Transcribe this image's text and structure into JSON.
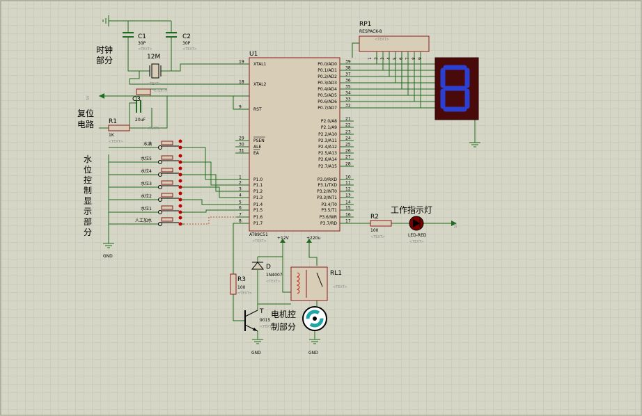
{
  "colors": {
    "background": "#d6d6c6",
    "grid": "#c3c3b2",
    "wire": "#1f6b1f",
    "body_outline": "#8b1a1a",
    "body_fill": "#d8cdb6",
    "seg_bg": "#4a0a0a",
    "seg_on": "#2b3fd0",
    "led": "#7a0000",
    "motor": "#1fa6a6"
  },
  "labels": {
    "clock_section": [
      "时钟",
      "部分"
    ],
    "reset_section": [
      "复位",
      "电路"
    ],
    "water_section": [
      "水",
      "位",
      "控",
      "制",
      "显",
      "示",
      "部",
      "分"
    ],
    "motor_section": [
      "电机控",
      "制部分"
    ],
    "work_led": "工作指示灯"
  },
  "mcu": {
    "ref": "U1",
    "part": "AT89C51",
    "placeholder": "<TEXT>",
    "left_pins": [
      {
        "num": "19",
        "name": "XTAL1"
      },
      {
        "num": "18",
        "name": "XTAL2"
      },
      {
        "num": "9",
        "name": "RST"
      },
      {
        "num": "29",
        "name": "PSEN"
      },
      {
        "num": "30",
        "name": "ALE"
      },
      {
        "num": "31",
        "name": "EA"
      },
      {
        "num": "1",
        "name": "P1.0"
      },
      {
        "num": "2",
        "name": "P1.1"
      },
      {
        "num": "3",
        "name": "P1.2"
      },
      {
        "num": "4",
        "name": "P1.3"
      },
      {
        "num": "5",
        "name": "P1.4"
      },
      {
        "num": "6",
        "name": "P1.5"
      },
      {
        "num": "7",
        "name": "P1.6"
      },
      {
        "num": "8",
        "name": "P1.7"
      }
    ],
    "right_pins": [
      {
        "num": "39",
        "name": "P0.0/AD0"
      },
      {
        "num": "38",
        "name": "P0.1/AD1"
      },
      {
        "num": "37",
        "name": "P0.2/AD2"
      },
      {
        "num": "36",
        "name": "P0.3/AD3"
      },
      {
        "num": "35",
        "name": "P0.4/AD4"
      },
      {
        "num": "34",
        "name": "P0.5/AD5"
      },
      {
        "num": "33",
        "name": "P0.6/AD6"
      },
      {
        "num": "32",
        "name": "P0.7/AD7"
      },
      {
        "num": "21",
        "name": "P2.0/A8"
      },
      {
        "num": "22",
        "name": "P2.1/A9"
      },
      {
        "num": "23",
        "name": "P2.2/A10"
      },
      {
        "num": "24",
        "name": "P2.3/A11"
      },
      {
        "num": "25",
        "name": "P2.4/A12"
      },
      {
        "num": "26",
        "name": "P2.5/A13"
      },
      {
        "num": "27",
        "name": "P2.6/A14"
      },
      {
        "num": "28",
        "name": "P2.7/A15"
      },
      {
        "num": "10",
        "name": "P3.0/RXD"
      },
      {
        "num": "11",
        "name": "P3.1/TXD"
      },
      {
        "num": "12",
        "name": "P3.2/INT0"
      },
      {
        "num": "13",
        "name": "P3.3/INT1"
      },
      {
        "num": "14",
        "name": "P3.4/T0"
      },
      {
        "num": "15",
        "name": "P3.5/T1"
      },
      {
        "num": "16",
        "name": "P3.6/WR"
      },
      {
        "num": "17",
        "name": "P3.7/RD"
      }
    ]
  },
  "components": {
    "c1": {
      "ref": "C1",
      "value": "30P",
      "ph": "<TEXT>"
    },
    "c2": {
      "ref": "C2",
      "value": "30P",
      "ph": "<TEXT>"
    },
    "crystal": {
      "value": "12M",
      "ph": "<TEXT>"
    },
    "c3": {
      "ref": "C3",
      "value": "20uF",
      "ph": "<TEXT>"
    },
    "r1": {
      "ref": "R1",
      "value": "1K",
      "ph": "<TEXT>"
    },
    "rp1": {
      "ref": "RP1",
      "value": "RESPACK-8",
      "ph": "<TEXT>",
      "pins": [
        "1",
        "2",
        "3",
        "4",
        "5",
        "6",
        "7",
        "8",
        "9"
      ]
    },
    "r2": {
      "ref": "R2",
      "value": "100",
      "ph": "<TEXT>"
    },
    "led": {
      "value": "LED-RED",
      "ph": "<TEXT>"
    },
    "r3": {
      "ref": "R3",
      "value": "100",
      "ph": "<TEXT>"
    },
    "d": {
      "ref": "D",
      "value": "1N4007",
      "ph": "<TEXT>"
    },
    "rl1": {
      "ref": "RL1",
      "ph": "<TEXT>"
    },
    "t": {
      "ref": "T",
      "value": "9015",
      "ph": "<TEXT>"
    },
    "vcc12": "+12V",
    "vcc220": "+220u",
    "gnd": "GND",
    "vcc_sym": "5V"
  },
  "switches": [
    {
      "label": "水满"
    },
    {
      "label": "水位5"
    },
    {
      "label": "水位4"
    },
    {
      "label": "水位3"
    },
    {
      "label": "水位2"
    },
    {
      "label": "水位1"
    },
    {
      "label": "人工加水"
    }
  ]
}
